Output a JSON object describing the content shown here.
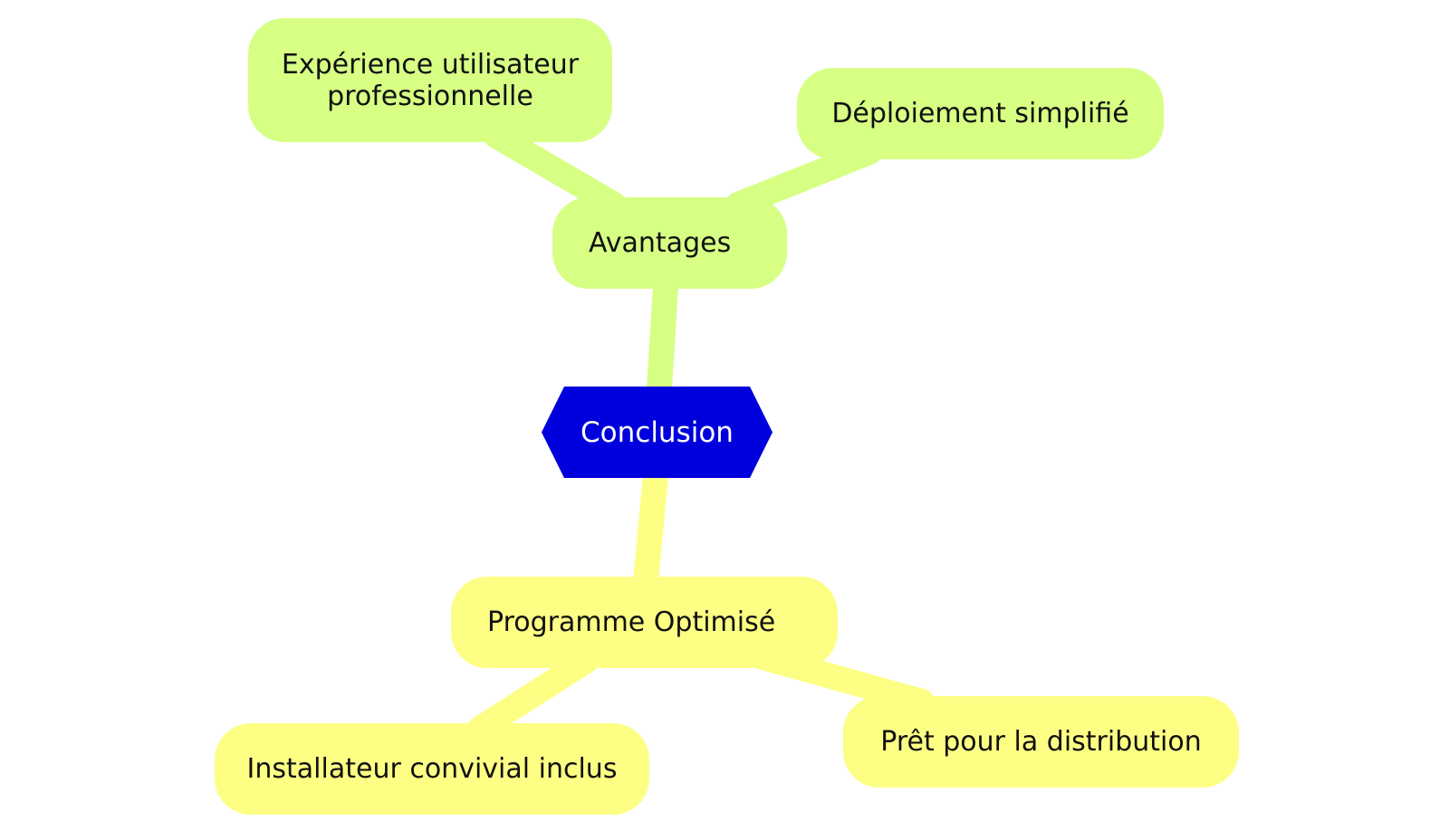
{
  "colors": {
    "root_fill": "#0000dd",
    "root_text": "#ffffff",
    "branch_advantages": "#d6ff84",
    "branch_program": "#fdff84",
    "node_text": "#111111"
  },
  "root": {
    "label": "Conclusion"
  },
  "branches": [
    {
      "label": "Avantages",
      "children": [
        {
          "lines": [
            "Expérience utilisateur",
            "professionnelle"
          ]
        },
        {
          "lines": [
            "Déploiement simplifié"
          ]
        }
      ]
    },
    {
      "label": "Programme Optimisé",
      "children": [
        {
          "lines": [
            "Installateur convivial inclus"
          ]
        },
        {
          "lines": [
            "Prêt pour la distribution"
          ]
        }
      ]
    }
  ]
}
